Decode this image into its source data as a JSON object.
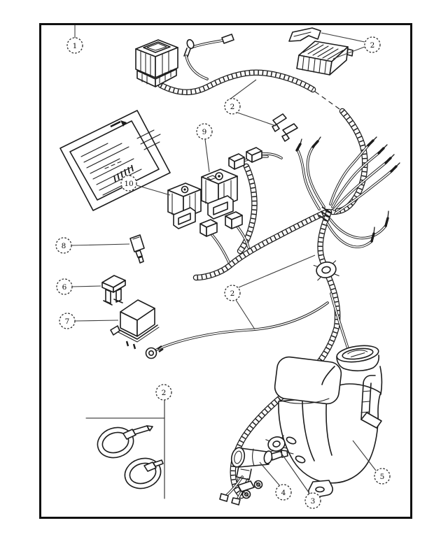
{
  "figure": {
    "kind": "exploded-parts-diagram",
    "background": "#ffffff",
    "line_color": "#1c1c1c"
  },
  "callouts": [
    {
      "label": "1",
      "target": "diagram-frame"
    },
    {
      "label": "2",
      "target": "mounting-clip-and-fuse-block"
    },
    {
      "label": "2",
      "target": "harness-loom-and-clips"
    },
    {
      "label": "2",
      "target": "harness-loom-and-ground-wire"
    },
    {
      "label": "2",
      "target": "tie-straps"
    },
    {
      "label": "3",
      "target": "pump-grommet"
    },
    {
      "label": "4",
      "target": "washer-pump"
    },
    {
      "label": "5",
      "target": "washer-reservoir"
    },
    {
      "label": "6",
      "target": "blade-fuse"
    },
    {
      "label": "7",
      "target": "relay-cube"
    },
    {
      "label": "8",
      "target": "mini-fuse"
    },
    {
      "label": "9",
      "target": "relay-right"
    },
    {
      "label": "10",
      "target": "relay-left"
    }
  ]
}
